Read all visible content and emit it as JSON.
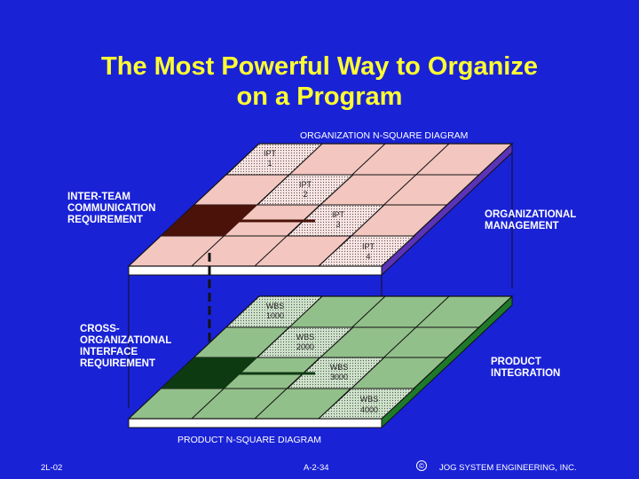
{
  "title": {
    "line1": "The Most Powerful Way to Organize",
    "line2": "on a Program"
  },
  "top_diagram": {
    "caption": "ORGANIZATION N-SQUARE DIAGRAM",
    "left_label": "INTER-TEAM\nCOMMUNICATION\nREQUIREMENT",
    "right_label": "ORGANIZATIONAL\nMANAGEMENT",
    "cells": [
      {
        "l1": "IPT",
        "l2": "1"
      },
      {
        "l1": "IPT",
        "l2": "2"
      },
      {
        "l1": "IPT",
        "l2": "3"
      },
      {
        "l1": "IPT",
        "l2": "4"
      }
    ],
    "fill_color": "#f4c6c0",
    "block_color": "#4a1208",
    "side_color": "#5a33b8"
  },
  "bottom_diagram": {
    "caption": "PRODUCT N-SQUARE DIAGRAM",
    "left_label": "CROSS-\nORGANIZATIONAL\nINTERFACE\nREQUIREMENT",
    "right_label": "PRODUCT\nINTEGRATION",
    "cells": [
      {
        "l1": "WBS",
        "l2": "1000"
      },
      {
        "l1": "WBS",
        "l2": "2000"
      },
      {
        "l1": "WBS",
        "l2": "3000"
      },
      {
        "l1": "WBS",
        "l2": "4000"
      }
    ],
    "fill_color": "#92c08a",
    "block_color": "#0e3a12",
    "side_color": "#1e7a2a"
  },
  "footer": {
    "left": "2L-02",
    "center": "A-2-34",
    "copyright_symbol": "©",
    "right": "JOG SYSTEM ENGINEERING, INC."
  }
}
